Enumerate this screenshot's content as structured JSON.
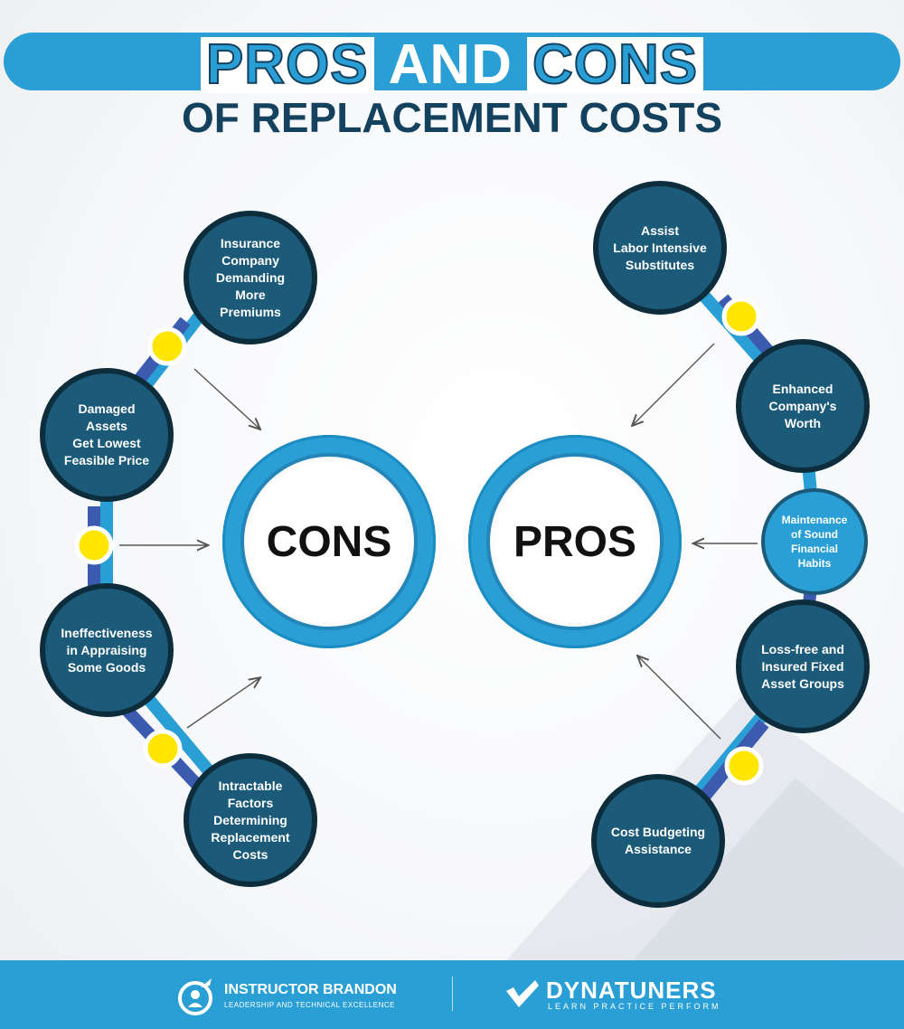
{
  "title": {
    "word1": "PROS",
    "word2": "AND",
    "word3": "CONS",
    "line2": "OF REPLACEMENT COSTS"
  },
  "hubs": {
    "cons": "CONS",
    "pros": "PROS"
  },
  "cons_items": [
    [
      "Insurance",
      "Company",
      "Demanding",
      "More",
      "Premiums"
    ],
    [
      "Damaged",
      "Assets",
      "Get Lowest",
      "Feasible Price"
    ],
    [
      "Ineffectiveness",
      "in Appraising",
      "Some Goods"
    ],
    [
      "Intractable",
      "Factors",
      "Determining",
      "Replacement",
      "Costs"
    ]
  ],
  "pros_items": [
    [
      "Assist",
      "Labor Intensive",
      "Substitutes"
    ],
    [
      "Enhanced",
      "Company's",
      "Worth"
    ],
    [
      "Maintenance",
      "of Sound",
      "Financial",
      "Habits"
    ],
    [
      "Loss-free and",
      "Insured Fixed",
      "Asset Groups"
    ],
    [
      "Cost Budgeting",
      "Assistance"
    ]
  ],
  "footer": {
    "brand1_name": "INSTRUCTOR BRANDON",
    "brand1_tagline": "LEADERSHIP AND TECHNICAL EXCELLENCE",
    "brand2_name": "DYNATUNERS",
    "brand2_tagline": "LEARN PRACTICE PERFORM"
  },
  "colors": {
    "primary_blue": "#2a9fd6",
    "dark_teal": "#1b5a78",
    "navy_text": "#14425e",
    "accent_yellow": "#ffe600",
    "connector_purple": "#3c5bb0"
  }
}
